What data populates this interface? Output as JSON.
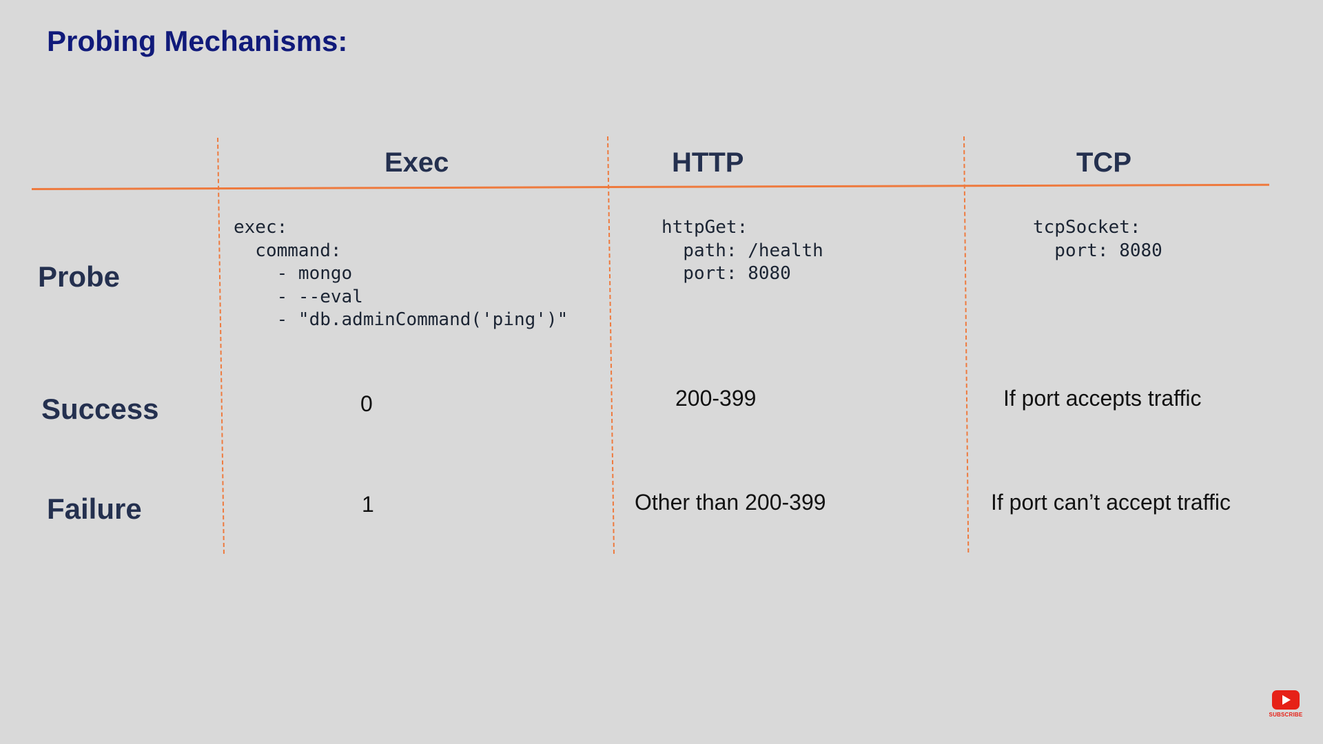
{
  "slide": {
    "title": "Probing Mechanisms:"
  },
  "table": {
    "columns": [
      "Exec",
      "HTTP",
      "TCP"
    ],
    "rows": [
      "Probe",
      "Success",
      "Failure"
    ],
    "probe": {
      "exec": "exec:\n  command:\n    - mongo\n    - --eval\n    - \"db.adminCommand('ping')\"",
      "http": "httpGet:\n  path: /health\n  port: 8080",
      "tcp": "tcpSocket:\n  port: 8080"
    },
    "success": {
      "exec": "0",
      "http": "200-399",
      "tcp": "If port accepts traffic"
    },
    "failure": {
      "exec": "1",
      "http": "Other than 200-399",
      "tcp": "If port can’t accept traffic"
    }
  },
  "subscribe_badge": {
    "icon": "youtube-play-icon",
    "label": "SUBSCRIBE",
    "color": "#e62117"
  },
  "colors": {
    "title": "#101a7a",
    "headers": "#24304f",
    "divider": "#ee7a3e",
    "background": "#d9d9d9"
  }
}
